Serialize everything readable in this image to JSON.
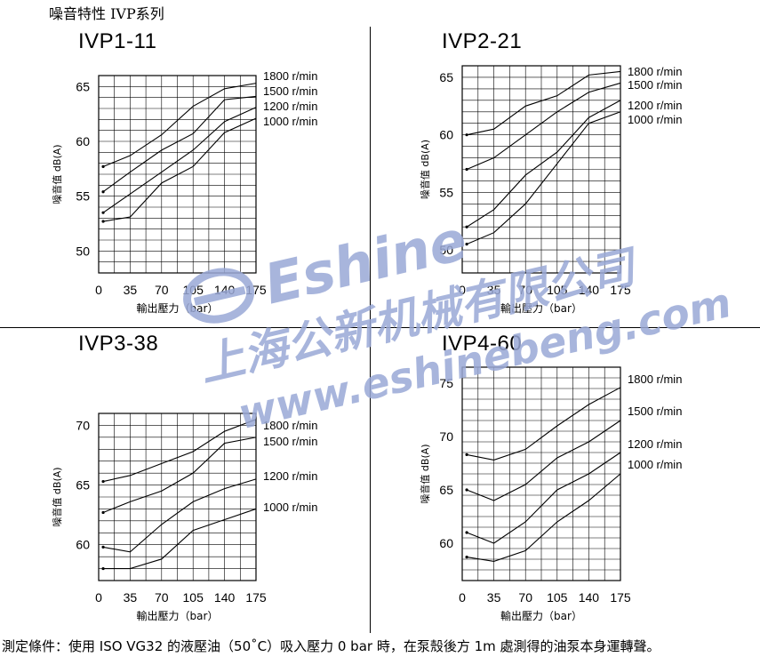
{
  "page_title": "噪音特性 IVP系列",
  "footnote": "測定條件：使用 ISO VG32 的液壓油（50˚C）吸入壓力 0 bar 時，在泵殼後方 1m 處測得的油泵本身運轉聲。",
  "watermark": {
    "brand": "Eshine",
    "company": "上海公新机械有限公司",
    "url": "www.eshinebeng.com",
    "color": "#9aa9d6"
  },
  "chart_data": [
    {
      "type": "line",
      "title": "IVP1-11",
      "xlabel": "輸出壓力（bar）",
      "ylabel": "噪音值 dB(A)",
      "x": [
        5,
        35,
        70,
        105,
        140,
        175
      ],
      "xticks": [
        0,
        35,
        70,
        105,
        140,
        175
      ],
      "xlim": [
        0,
        175
      ],
      "ylim": [
        48,
        66
      ],
      "yticks": [
        50,
        55,
        60,
        65
      ],
      "grid": true,
      "series": [
        {
          "name": "1800 r/min",
          "values": [
            57.7,
            58.7,
            60.6,
            63.2,
            64.8,
            65.3
          ]
        },
        {
          "name": "1500 r/min",
          "values": [
            55.4,
            57.2,
            59.2,
            60.7,
            63.8,
            64.1
          ]
        },
        {
          "name": "1200 r/min",
          "values": [
            53.5,
            55.2,
            57.2,
            59.2,
            61.8,
            63.1
          ]
        },
        {
          "name": "1000 r/min",
          "values": [
            52.7,
            53.1,
            56.2,
            57.7,
            60.8,
            62.1
          ]
        }
      ]
    },
    {
      "type": "line",
      "title": "IVP2-21",
      "xlabel": "輸出壓力（bar）",
      "ylabel": "噪音值 dB(A)",
      "x": [
        5,
        35,
        70,
        105,
        140,
        175
      ],
      "xticks": [
        0,
        35,
        70,
        105,
        140,
        175
      ],
      "xlim": [
        0,
        175
      ],
      "ylim": [
        48,
        66
      ],
      "yticks": [
        50,
        55,
        60,
        65
      ],
      "grid": true,
      "series": [
        {
          "name": "1800 r/min",
          "values": [
            60.0,
            60.5,
            62.5,
            63.4,
            65.2,
            65.5
          ]
        },
        {
          "name": "1500 r/min",
          "values": [
            57.0,
            58.0,
            60.0,
            62.0,
            63.7,
            64.5
          ]
        },
        {
          "name": "1200 r/min",
          "values": [
            52.0,
            53.5,
            56.5,
            58.5,
            61.5,
            63.0
          ]
        },
        {
          "name": "1000 r/min",
          "values": [
            50.5,
            51.5,
            54.0,
            57.5,
            61.0,
            62.0
          ]
        }
      ]
    },
    {
      "type": "line",
      "title": "IVP3-38",
      "xlabel": "輸出壓力（bar）",
      "ylabel": "噪音值 dB(A)",
      "x": [
        5,
        35,
        70,
        105,
        140,
        175
      ],
      "xticks": [
        0,
        35,
        70,
        105,
        140,
        175
      ],
      "xlim": [
        0,
        175
      ],
      "ylim": [
        57,
        71
      ],
      "yticks": [
        60,
        65,
        70
      ],
      "grid": true,
      "series": [
        {
          "name": "1800 r/min",
          "values": [
            65.3,
            65.8,
            66.8,
            67.8,
            69.5,
            70.5
          ]
        },
        {
          "name": "1500 r/min",
          "values": [
            62.7,
            63.6,
            64.5,
            66.0,
            68.5,
            69.0
          ]
        },
        {
          "name": "1200 r/min",
          "values": [
            59.8,
            59.4,
            61.7,
            63.6,
            64.7,
            65.5
          ]
        },
        {
          "name": "1000 r/min",
          "values": [
            58.0,
            58.0,
            58.8,
            61.2,
            62.1,
            63.0
          ]
        }
      ]
    },
    {
      "type": "line",
      "title": "IVP4-60",
      "xlabel": "輸出壓力（bar）",
      "ylabel": "噪音值 dB(A)",
      "x": [
        5,
        35,
        70,
        105,
        140,
        175
      ],
      "xticks": [
        0,
        35,
        70,
        105,
        140,
        175
      ],
      "xlim": [
        0,
        175
      ],
      "ylim": [
        56.5,
        76.5
      ],
      "yticks": [
        60,
        65,
        70,
        75
      ],
      "grid": true,
      "series": [
        {
          "name": "1800 r/min",
          "values": [
            68.3,
            67.8,
            68.8,
            71.0,
            73.0,
            74.6
          ]
        },
        {
          "name": "1500 r/min",
          "values": [
            65.0,
            64.0,
            65.5,
            68.0,
            69.5,
            71.5
          ]
        },
        {
          "name": "1200 r/min",
          "values": [
            61.0,
            60.0,
            62.0,
            65.0,
            66.5,
            68.5
          ]
        },
        {
          "name": "1000 r/min",
          "values": [
            58.7,
            58.3,
            59.3,
            62.0,
            64.0,
            66.5
          ]
        }
      ]
    }
  ]
}
